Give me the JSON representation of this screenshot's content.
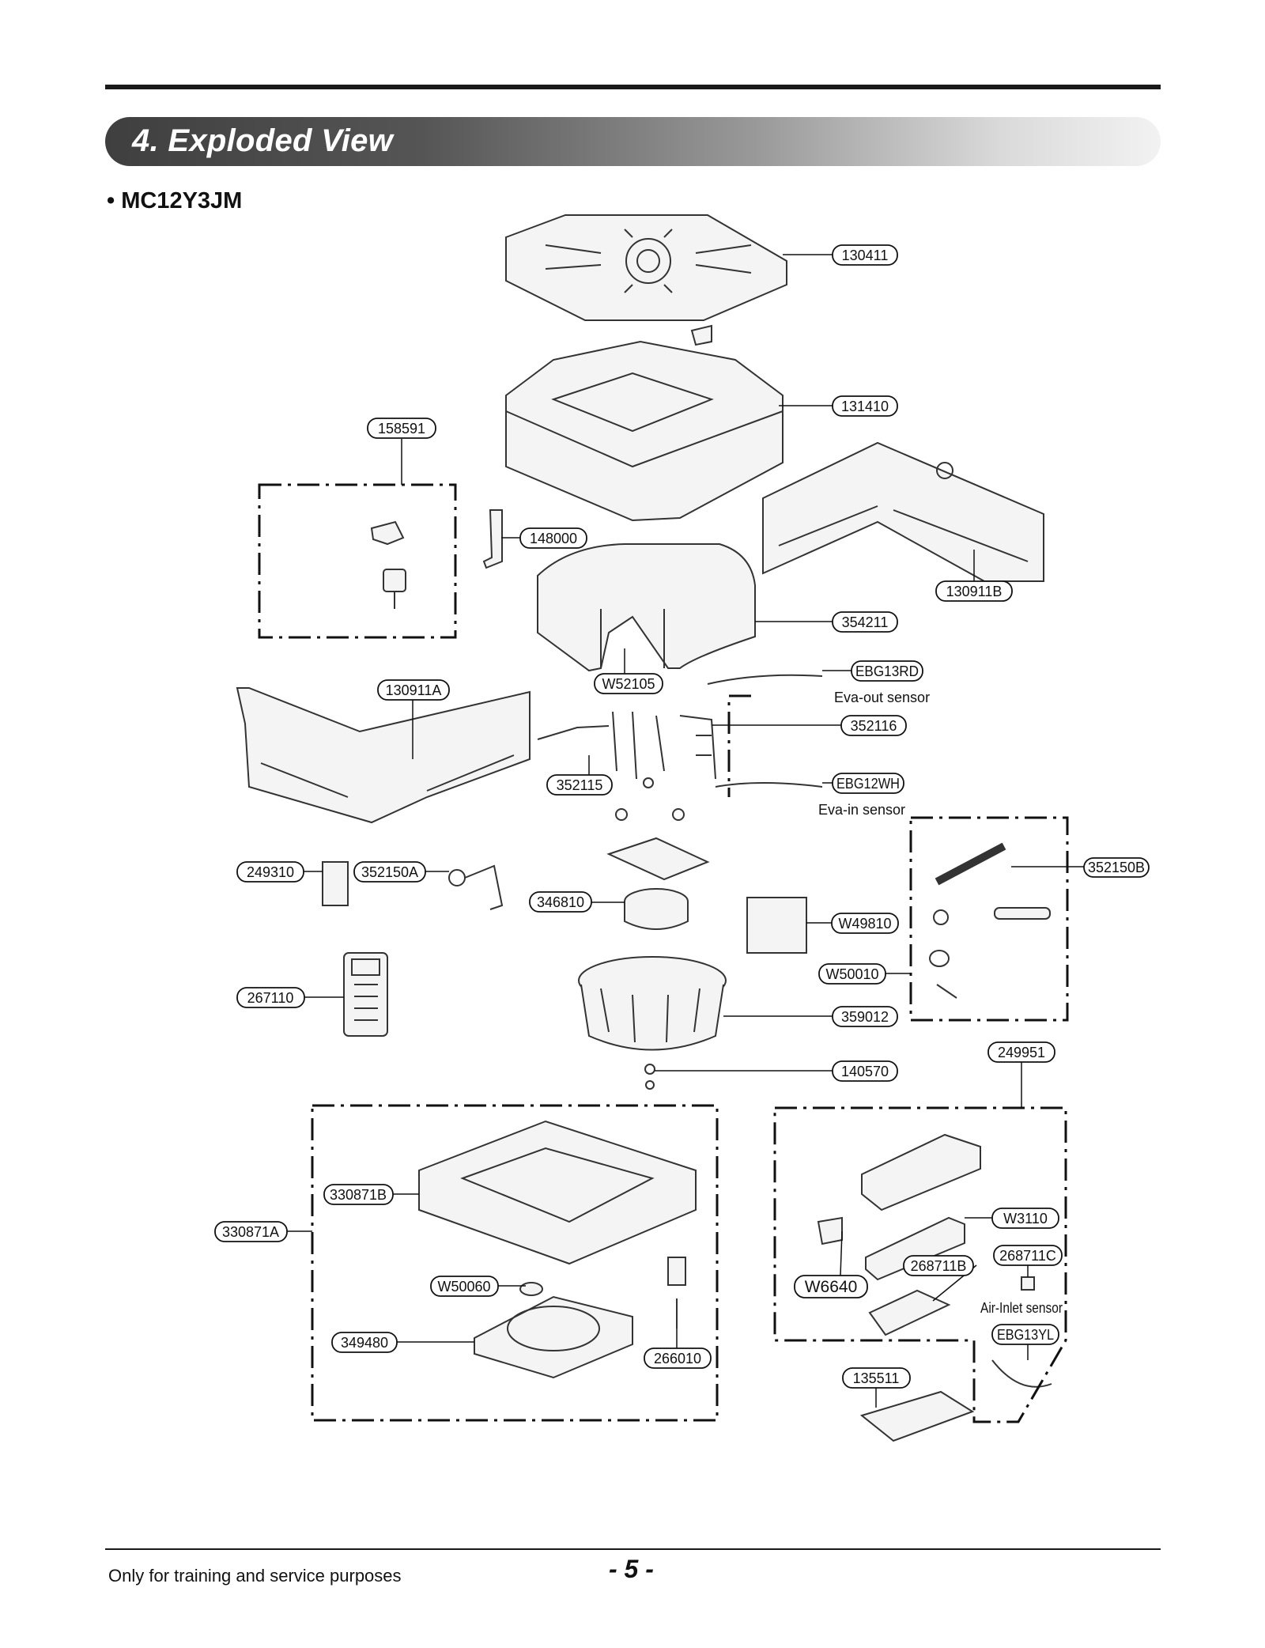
{
  "header": {
    "section_title": "4. Exploded View"
  },
  "model": {
    "label": "• MC12Y3JM"
  },
  "parts": {
    "p130411": "130411",
    "p131410": "131410",
    "p158591": "158591",
    "p148000": "148000",
    "p130911B": "130911B",
    "p354211": "354211",
    "pW52105": "W52105",
    "pEBG13RD": "EBG13RD",
    "p130911A": "130911A",
    "p352116": "352116",
    "p352115": "352115",
    "pEBG12WH": "EBG12WH",
    "p249310": "249310",
    "p352150A": "352150A",
    "p352150B": "352150B",
    "p346810": "346810",
    "pW49810": "W49810",
    "pW50010": "W50010",
    "p267110": "267110",
    "p359012": "359012",
    "p249951": "249951",
    "p140570": "140570",
    "p330871B": "330871B",
    "p330871A": "330871A",
    "pW3110": "W3110",
    "p268711C": "268711C",
    "p268711B": "268711B",
    "pW6640": "W6640",
    "pW50060": "W50060",
    "p349480": "349480",
    "p266010": "266010",
    "pEBG13YL": "EBG13YL",
    "p135511": "135511"
  },
  "notes": {
    "eva_out": "Eva-out sensor",
    "eva_in": "Eva-in sensor",
    "air_inlet": "Air-Inlet sensor"
  },
  "footer": {
    "left_text": "Only for training and service purposes",
    "page": "- 5 -"
  }
}
